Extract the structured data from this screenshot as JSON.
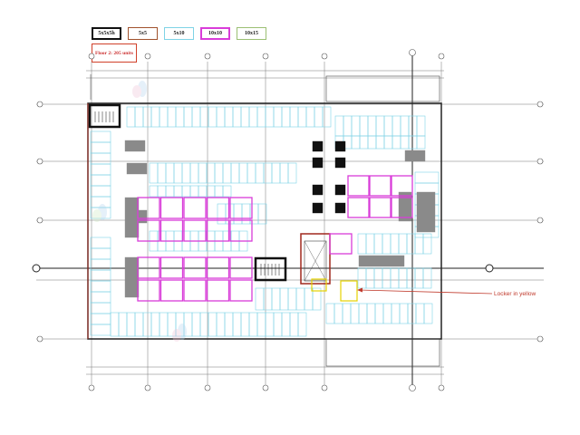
{
  "legend": [
    {
      "label": "5x5x5h",
      "color": "#111111"
    },
    {
      "label": "5x5",
      "color": "#a0522d"
    },
    {
      "label": "5x10",
      "color": "#7fd3e6"
    },
    {
      "label": "10x10",
      "color": "#d93cd9"
    },
    {
      "label": "10x15",
      "color": "#9bbf73"
    }
  ],
  "floor_label": "Floor 2: 205 units",
  "callout": {
    "text": "Locker in yellow",
    "color": "#c0392b"
  },
  "colors": {
    "unit_5x10": "#7fd3e6",
    "unit_10x10": "#d93cd9",
    "unit_5x5x5h": "#111111",
    "locker": "#e6d200",
    "wall": "#222222",
    "stair_red": "#a0281e",
    "grey_block": "#8a8a8a",
    "grid_line": "#555555"
  }
}
